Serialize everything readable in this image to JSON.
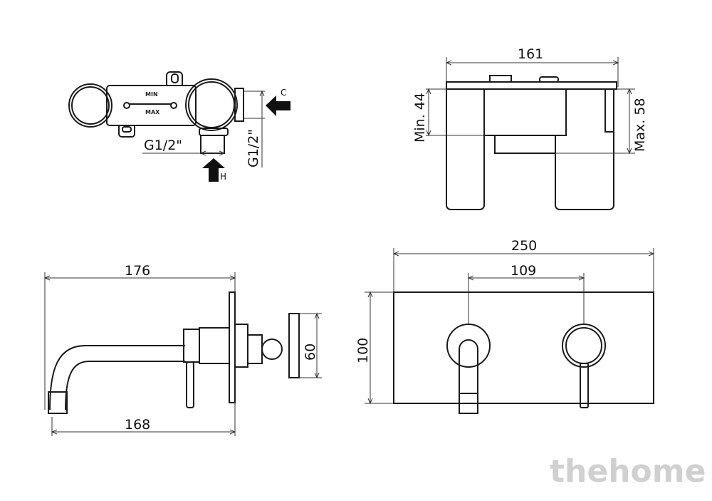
{
  "valve_view": {
    "min_label": "MIN",
    "max_label": "MAX",
    "inlet_bottom_size": "G1/2\"",
    "inlet_side_size": "G1/2\"",
    "hot_label": "H",
    "cold_label": "C"
  },
  "top_view": {
    "width": "161",
    "min_depth": "Min. 44",
    "max_depth": "Max. 58"
  },
  "side_view": {
    "overall_length": "176",
    "spout_projection": "168",
    "body_height": "60"
  },
  "front_view": {
    "plate_width": "250",
    "center_distance": "109",
    "plate_height": "100"
  },
  "watermark": "thehome"
}
